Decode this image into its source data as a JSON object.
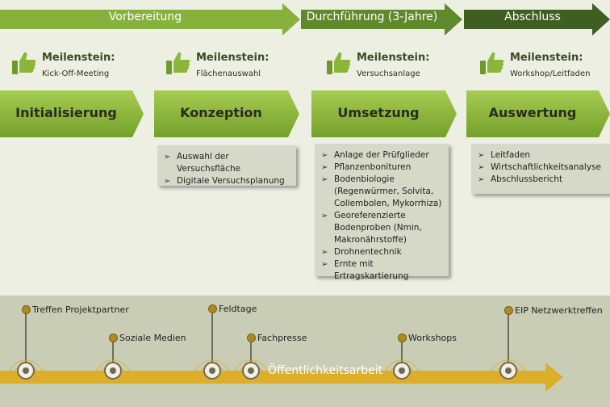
{
  "phases": [
    {
      "label": "Vorbereitung"
    },
    {
      "label": "Durchführung (3-Jahre)"
    },
    {
      "label": "Abschluss"
    }
  ],
  "milestones": [
    {
      "title": "Meilenstein:",
      "subtitle": "Kick-Off-Meeting"
    },
    {
      "title": "Meilenstein:",
      "subtitle": "Flächenauswahl"
    },
    {
      "title": "Meilenstein:",
      "subtitle": "Versuchsanlage"
    },
    {
      "title": "Meilenstein:",
      "subtitle": "Workshop/Leitfaden"
    }
  ],
  "blocks": [
    {
      "label": "Initialisierung"
    },
    {
      "label": "Konzeption"
    },
    {
      "label": "Umsetzung"
    },
    {
      "label": "Auswertung"
    }
  ],
  "tasks": {
    "konzeption": [
      "Auswahl der Versuchsfläche",
      "Digitale Versuchsplanung"
    ],
    "umsetzung": [
      "Anlage der Prüfglieder",
      "Pflanzenbonituren",
      "Bodenbiologie (Regenwürmer, Solvita, Collembolen, Mykorrhiza)",
      "Georeferenzierte Bodenproben (Nmin, Makronährstoffe)",
      "Drohnentechnik",
      "Ernte mit Ertragskartierung"
    ],
    "auswertung": [
      "Leitfaden",
      "Wirtschaftlichkeitsanalyse",
      "Abschlussbericht"
    ]
  },
  "timeline": {
    "label": "Öffentlichkeitsarbeit",
    "events": [
      "Treffen Projektpartner",
      "Soziale Medien",
      "Feldtage",
      "Fachpresse",
      "Workshops",
      "EIP Netzwerktreffen"
    ]
  },
  "colors": {
    "phase_green": "#86b13c",
    "phase_dark": "#3f5f22",
    "block_green": "#8bb63a",
    "timeline_arrow": "#dcae2a"
  }
}
